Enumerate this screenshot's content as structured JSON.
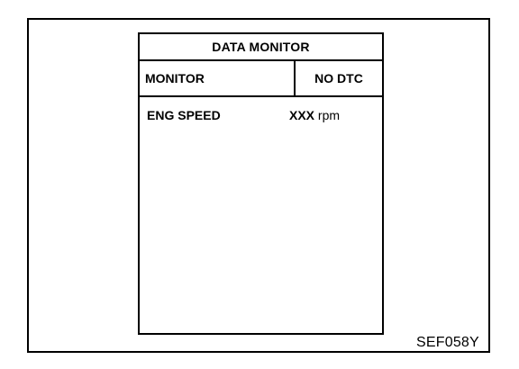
{
  "screen": {
    "title": "DATA MONITOR",
    "header": {
      "monitor_label": "MONITOR",
      "status": "NO DTC"
    },
    "items": [
      {
        "label": "ENG SPEED",
        "value": "XXX",
        "unit": "rpm"
      }
    ]
  },
  "figure_code": "SEF058Y"
}
